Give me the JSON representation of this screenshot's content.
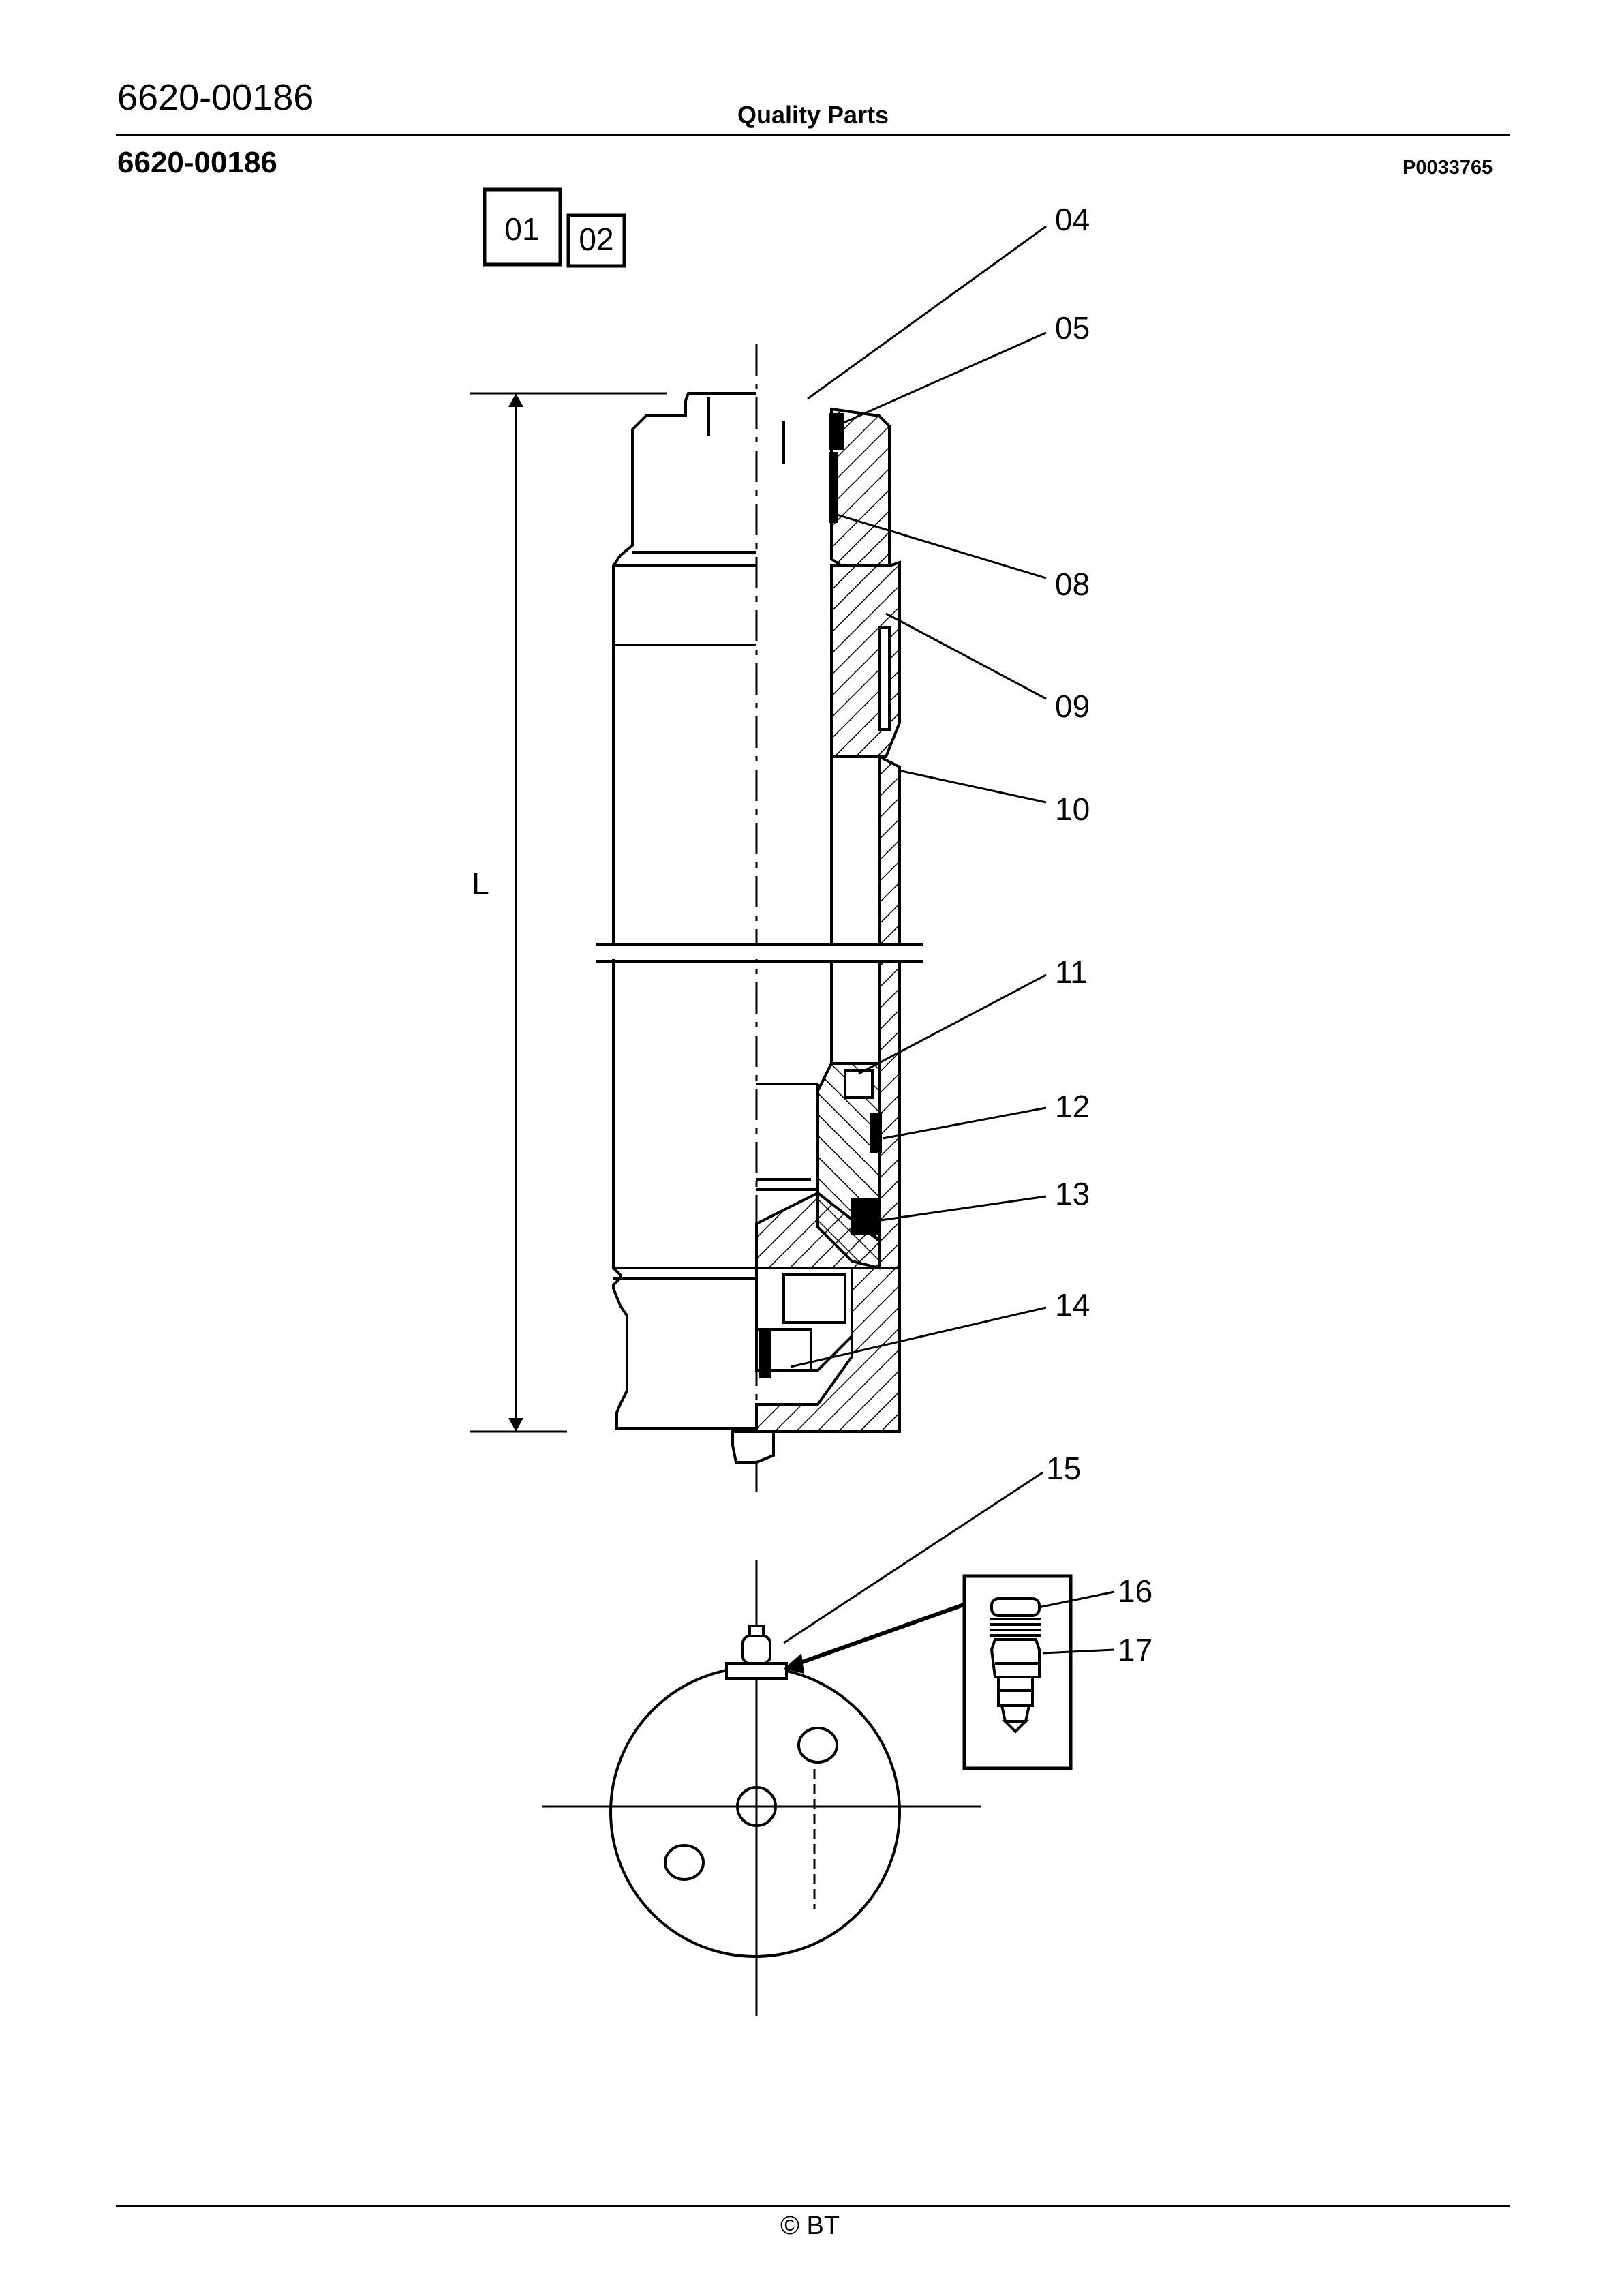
{
  "header": {
    "doc_number": "6620-00186",
    "title": "Quality Parts"
  },
  "subheader": {
    "doc_number": "6620-00186",
    "drawing_id": "P0033765"
  },
  "diagram": {
    "variant_boxes": [
      "01",
      "02"
    ],
    "part_callouts": [
      "04",
      "05",
      "08",
      "09",
      "10",
      "11",
      "12",
      "13",
      "14",
      "15",
      "16",
      "17"
    ],
    "dimension_label": "L"
  },
  "footer": {
    "copyright": "© BT"
  }
}
